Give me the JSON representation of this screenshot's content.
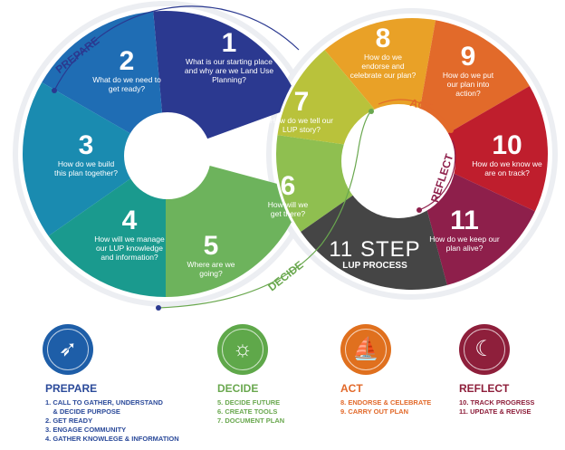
{
  "diagram": {
    "steps": [
      {
        "number": "1",
        "question": "What is our starting place and why are we Land Use Planning?",
        "color": "#2b3990"
      },
      {
        "number": "2",
        "question": "What do we need to get ready?",
        "color": "#1f6db4"
      },
      {
        "number": "3",
        "question": "How do we build this plan together?",
        "color": "#1a8bb0"
      },
      {
        "number": "4",
        "question": "How will we manage our LUP knowledge and information?",
        "color": "#1a9a8e"
      },
      {
        "number": "5",
        "question": "Where are we going?",
        "color": "#6db35c"
      },
      {
        "number": "6",
        "question": "How will we get there?",
        "color": "#8fbf50"
      },
      {
        "number": "7",
        "question": "How do we tell our LUP story?",
        "color": "#b9c23b"
      },
      {
        "number": "8",
        "question": "How do we endorse and celebrate our plan?",
        "color": "#e9a127"
      },
      {
        "number": "9",
        "question": "How do we put our plan into action?",
        "color": "#e26a2a"
      },
      {
        "number": "10",
        "question": "How do we know we are on track?",
        "color": "#bf1e2d"
      },
      {
        "number": "11",
        "question": "How do we keep our plan alive?",
        "color": "#8e1f4b"
      }
    ],
    "center_title": "11 STEP",
    "center_subtitle": "LUP PROCESS",
    "center_color": "#454545",
    "arc_labels": {
      "prepare": "PREPARE",
      "decide": "DECIDE",
      "act": "ACT",
      "reflect": "REFLECT"
    }
  },
  "legend": [
    {
      "title": "PREPARE",
      "color": "#2b4a9a",
      "icon": "compass-feather-icon",
      "items": [
        "1. CALL TO GATHER, UNDERSTAND\n    & DECIDE PURPOSE",
        "2. GET READY",
        "3. ENGAGE COMMUNITY",
        "4. GATHER KNOWLEGE & INFORMATION"
      ]
    },
    {
      "title": "DECIDE",
      "color": "#6aa84f",
      "icon": "people-sun-icon",
      "items": [
        "5. DECIDE FUTURE",
        "6. CREATE TOOLS",
        "7. DOCUMENT PLAN"
      ]
    },
    {
      "title": "ACT",
      "color": "#e2692a",
      "icon": "canoe-icon",
      "items": [
        "8. ENDORSE & CELEBRATE",
        "9. CARRY OUT PLAN"
      ]
    },
    {
      "title": "REFLECT",
      "color": "#8e1f3b",
      "icon": "moon-icon",
      "items": [
        "10. TRACK PROGRESS",
        "11. UPDATE & REVISE"
      ]
    }
  ]
}
